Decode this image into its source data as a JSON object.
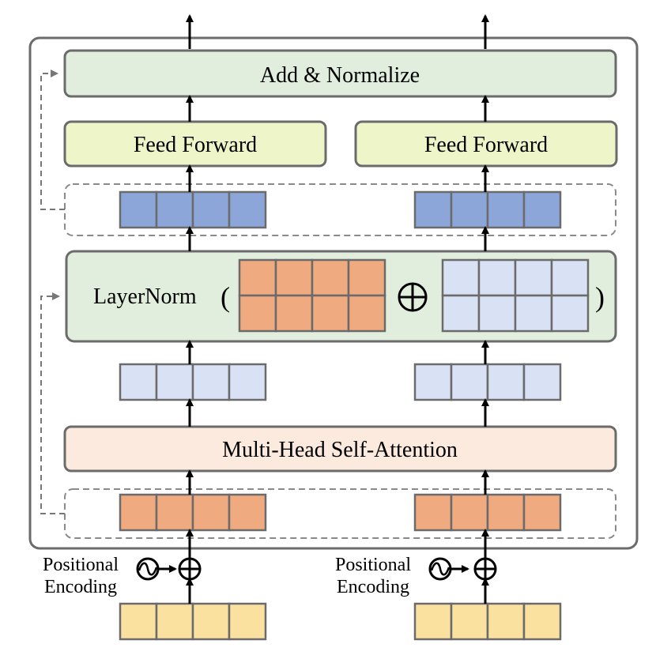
{
  "blocks": {
    "add_normalize": "Add & Normalize",
    "feed_forward_left": "Feed Forward",
    "feed_forward_right": "Feed Forward",
    "layernorm": "LayerNorm",
    "paren_open": "(",
    "paren_close": ")",
    "mhsa": "Multi-Head Self-Attention"
  },
  "positional_encoding": {
    "left": [
      "Positional",
      "Encoding"
    ],
    "right": [
      "Positional",
      "Encoding"
    ]
  },
  "colors": {
    "add_norm_fill": "#e2eedd",
    "feed_forward_fill": "#eef6c9",
    "layernorm_fill": "#e2eedd",
    "mhsa_fill": "#fbeadd",
    "token_orange": "#f0aa80",
    "token_light_blue": "#d9e1f4",
    "token_blue": "#8da6d9",
    "token_yellow": "#fbe1a0",
    "border": "#6b6b6b"
  },
  "vectors": {
    "cells_per_token": 4,
    "tokens_per_row": 2
  }
}
